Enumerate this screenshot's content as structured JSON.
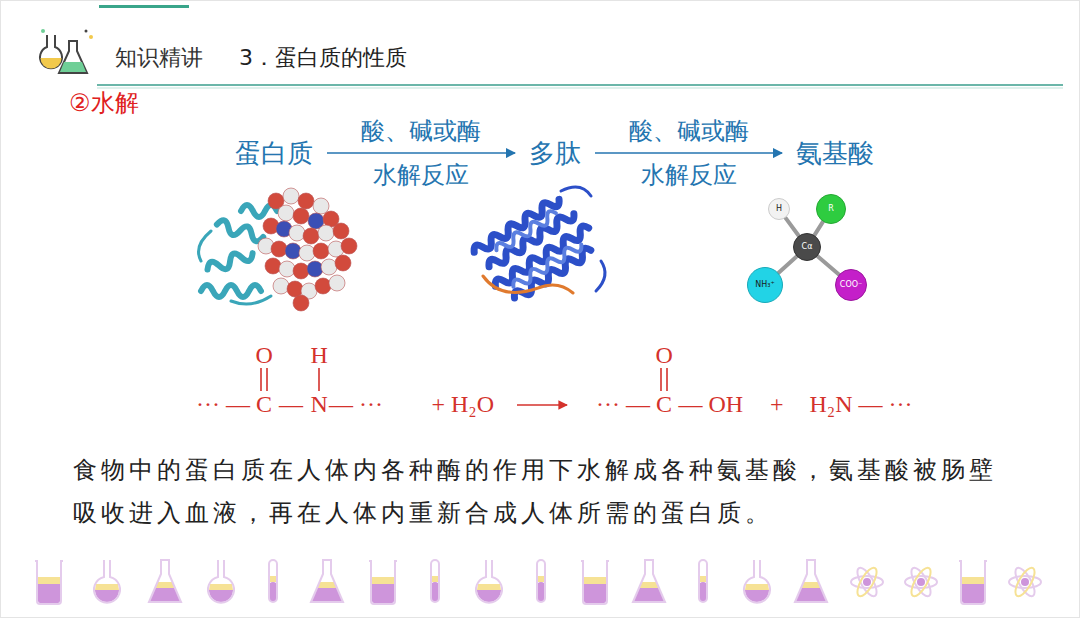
{
  "diagram": {
    "title": "3．蛋白质的性质",
    "nodes": [
      {
        "text": [
          "蛋白质"
        ]
      },
      {
        "text": [
          "多肽"
        ]
      },
      {
        "text": [
          "氨基酸"
        ]
      },
      {
        "text": [
          "H"
        ]
      },
      {
        "text": [
          "R"
        ]
      },
      {
        "text": [
          "Cα"
        ]
      },
      {
        "text": [
          "NH₃⁺"
        ]
      },
      {
        "text": [
          "COO⁻"
        ]
      }
    ],
    "edges": [
      {
        "from": 0,
        "to": 1,
        "arrow": "to",
        "label": "酸、碱或酶 水解反应"
      },
      {
        "from": 1,
        "to": 2,
        "arrow": "to",
        "label": "酸、碱或酶 水解反应"
      },
      {
        "from": 5,
        "to": 3,
        "arrow": "none"
      },
      {
        "from": 5,
        "to": 4,
        "arrow": "none"
      },
      {
        "from": 5,
        "to": 6,
        "arrow": "none"
      },
      {
        "from": 5,
        "to": 7,
        "arrow": "none"
      }
    ],
    "labels": [
      "知识精讲",
      "②水解",
      "O",
      "H",
      "··· —",
      "C",
      "—",
      "N",
      "— ···",
      "+ H₂O",
      "O",
      "··· —",
      "C",
      "— OH",
      "+",
      "H₂N — ···",
      "食物中的蛋白质在人体内各种酶的作用下水解成各种氨基酸，氨基酸被肠壁吸收进入血液，再在人体内重新合成人体所需的蛋白质。"
    ]
  }
}
